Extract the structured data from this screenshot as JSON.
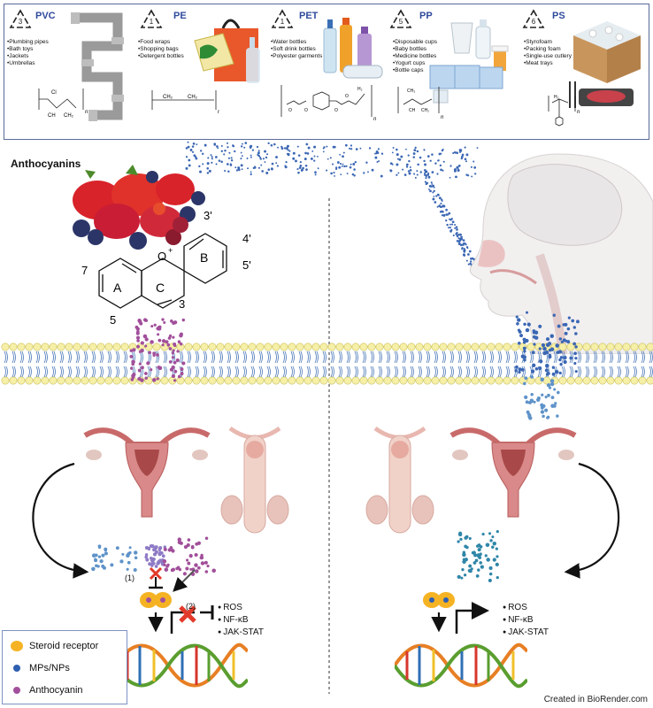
{
  "plastics": [
    {
      "code": "3",
      "name": "PVC",
      "uses": [
        "Plumbing pipes",
        "Bath toys",
        "Jackets",
        "Umbrellas"
      ]
    },
    {
      "code": "1",
      "name": "PE",
      "uses": [
        "Food wraps",
        "Shopping bags",
        "Detergent bottles"
      ]
    },
    {
      "code": "1",
      "name": "PET",
      "uses": [
        "Water bottles",
        "Soft drink bottles",
        "Polyester garments"
      ]
    },
    {
      "code": "5",
      "name": "PP",
      "uses": [
        "Disposable cups",
        "Baby bottles",
        "Medicine bottles",
        "Yogurt cups",
        "Bottle caps"
      ]
    },
    {
      "code": "6",
      "name": "PS",
      "uses": [
        "Styrofoam",
        "Packing foam",
        "Single-use cutlery",
        "Meat trays"
      ]
    }
  ],
  "anthocyanins": {
    "title": "Anthocyanins",
    "ring_labels": {
      "A": "A",
      "B": "B",
      "C": "C",
      "p3": "3'",
      "p4": "4'",
      "p5": "5'",
      "n7": "7",
      "n5": "5",
      "n3": "3",
      "o": "O",
      "plus": "+"
    }
  },
  "left_pathway": {
    "mark1": "(1)",
    "mark2": "(2)",
    "targets": [
      "ROS",
      "NF-κB",
      "JAK-STAT"
    ]
  },
  "right_pathway": {
    "targets": [
      "ROS",
      "NF-κB",
      "JAK-STAT"
    ]
  },
  "legend": {
    "items": [
      {
        "label": "Steroid receptor",
        "color": "#f5b324"
      },
      {
        "label": "MPs/NPs",
        "color": "#2f5fb0"
      },
      {
        "label": "Anthocyanin",
        "color": "#a3509c"
      }
    ]
  },
  "credit": "Created in BioRender.com",
  "colors": {
    "mps": "#3b67b4",
    "anthocyanin": "#a14f9a",
    "receptor": "#f5b324",
    "inhibit": "#e23a2a",
    "membrane": "#f6efa8"
  }
}
